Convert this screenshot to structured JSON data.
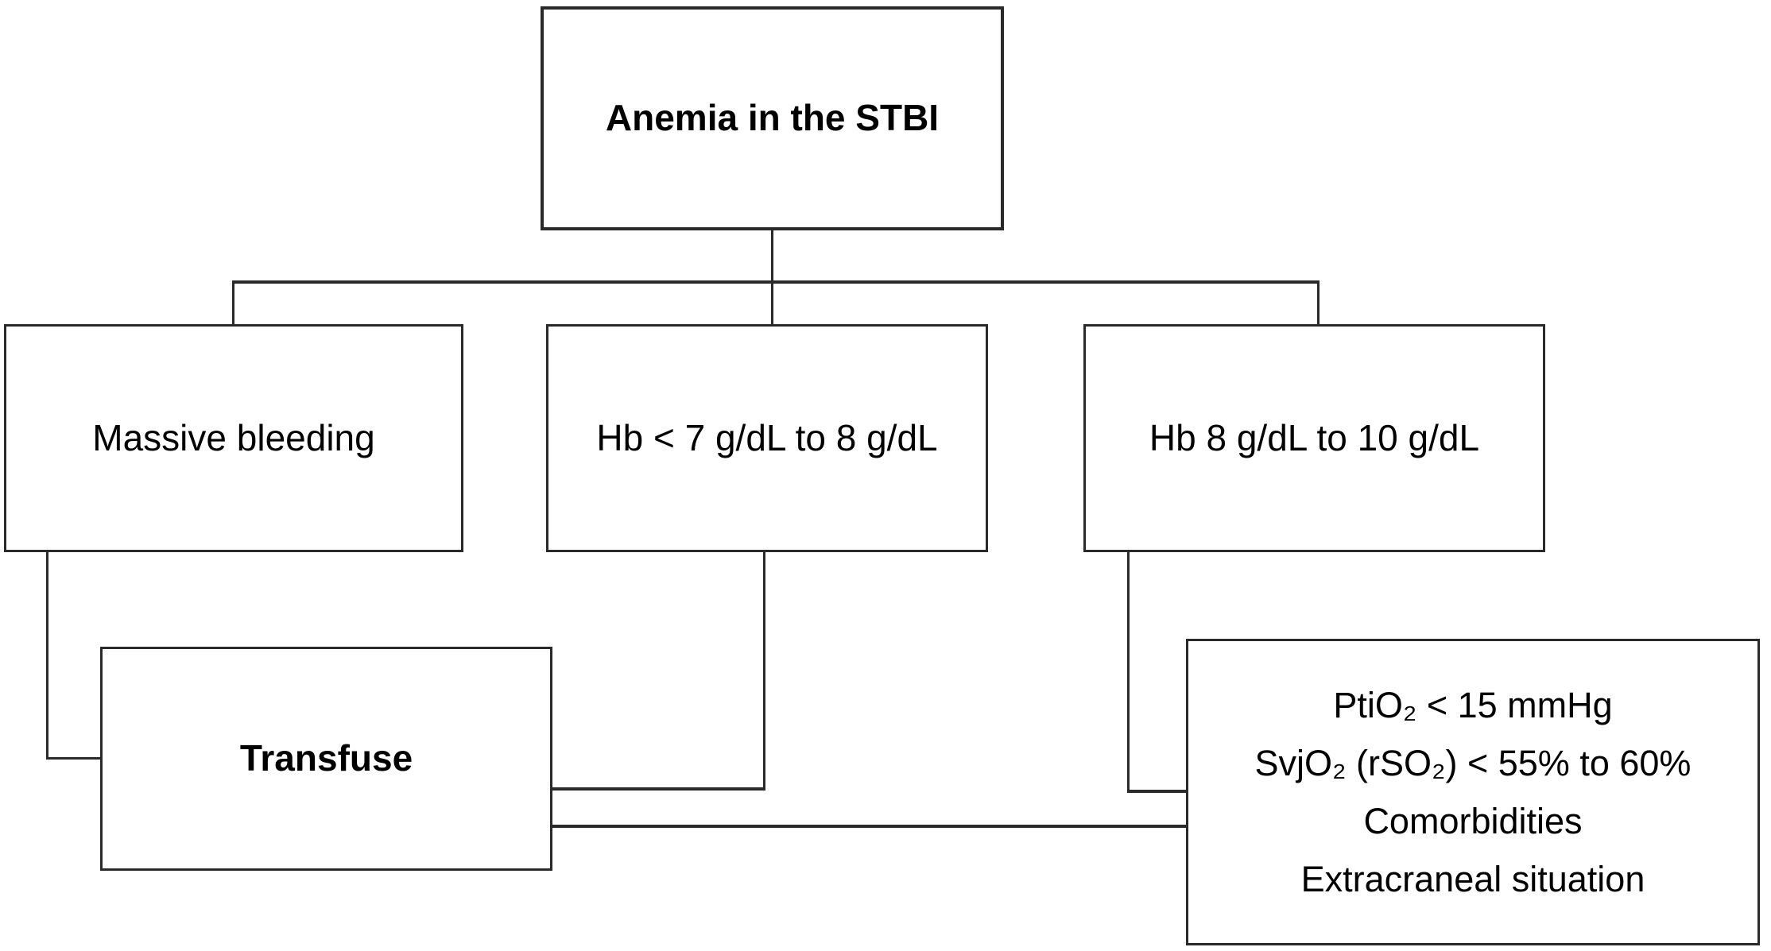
{
  "diagram": {
    "type": "flowchart",
    "background_color": "#ffffff",
    "line_color": "#2a2a2a",
    "text_color": "#000000",
    "nodes": {
      "root": {
        "label": "Anemia in the STBI",
        "bold": true
      },
      "massive": {
        "label": "Massive bleeding"
      },
      "hb7": {
        "label": "Hb < 7 g/dL to 8 g/dL"
      },
      "hb8": {
        "label": "Hb 8 g/dL to 10 g/dL"
      },
      "transfuse": {
        "label": "Transfuse",
        "bold": true
      },
      "criteria": {
        "lines": [
          "PtiO₂ < 15 mmHg",
          "SvjO₂ (rSO₂) < 55% to 60%",
          "Comorbidities",
          "Extracraneal situation"
        ]
      }
    },
    "edges": [
      {
        "from": "root",
        "to": "massive"
      },
      {
        "from": "root",
        "to": "hb7"
      },
      {
        "from": "root",
        "to": "hb8"
      },
      {
        "from": "massive",
        "to": "transfuse"
      },
      {
        "from": "hb7",
        "to": "transfuse"
      },
      {
        "from": "hb8",
        "to": "criteria"
      },
      {
        "from": "transfuse",
        "to": "criteria"
      }
    ]
  }
}
